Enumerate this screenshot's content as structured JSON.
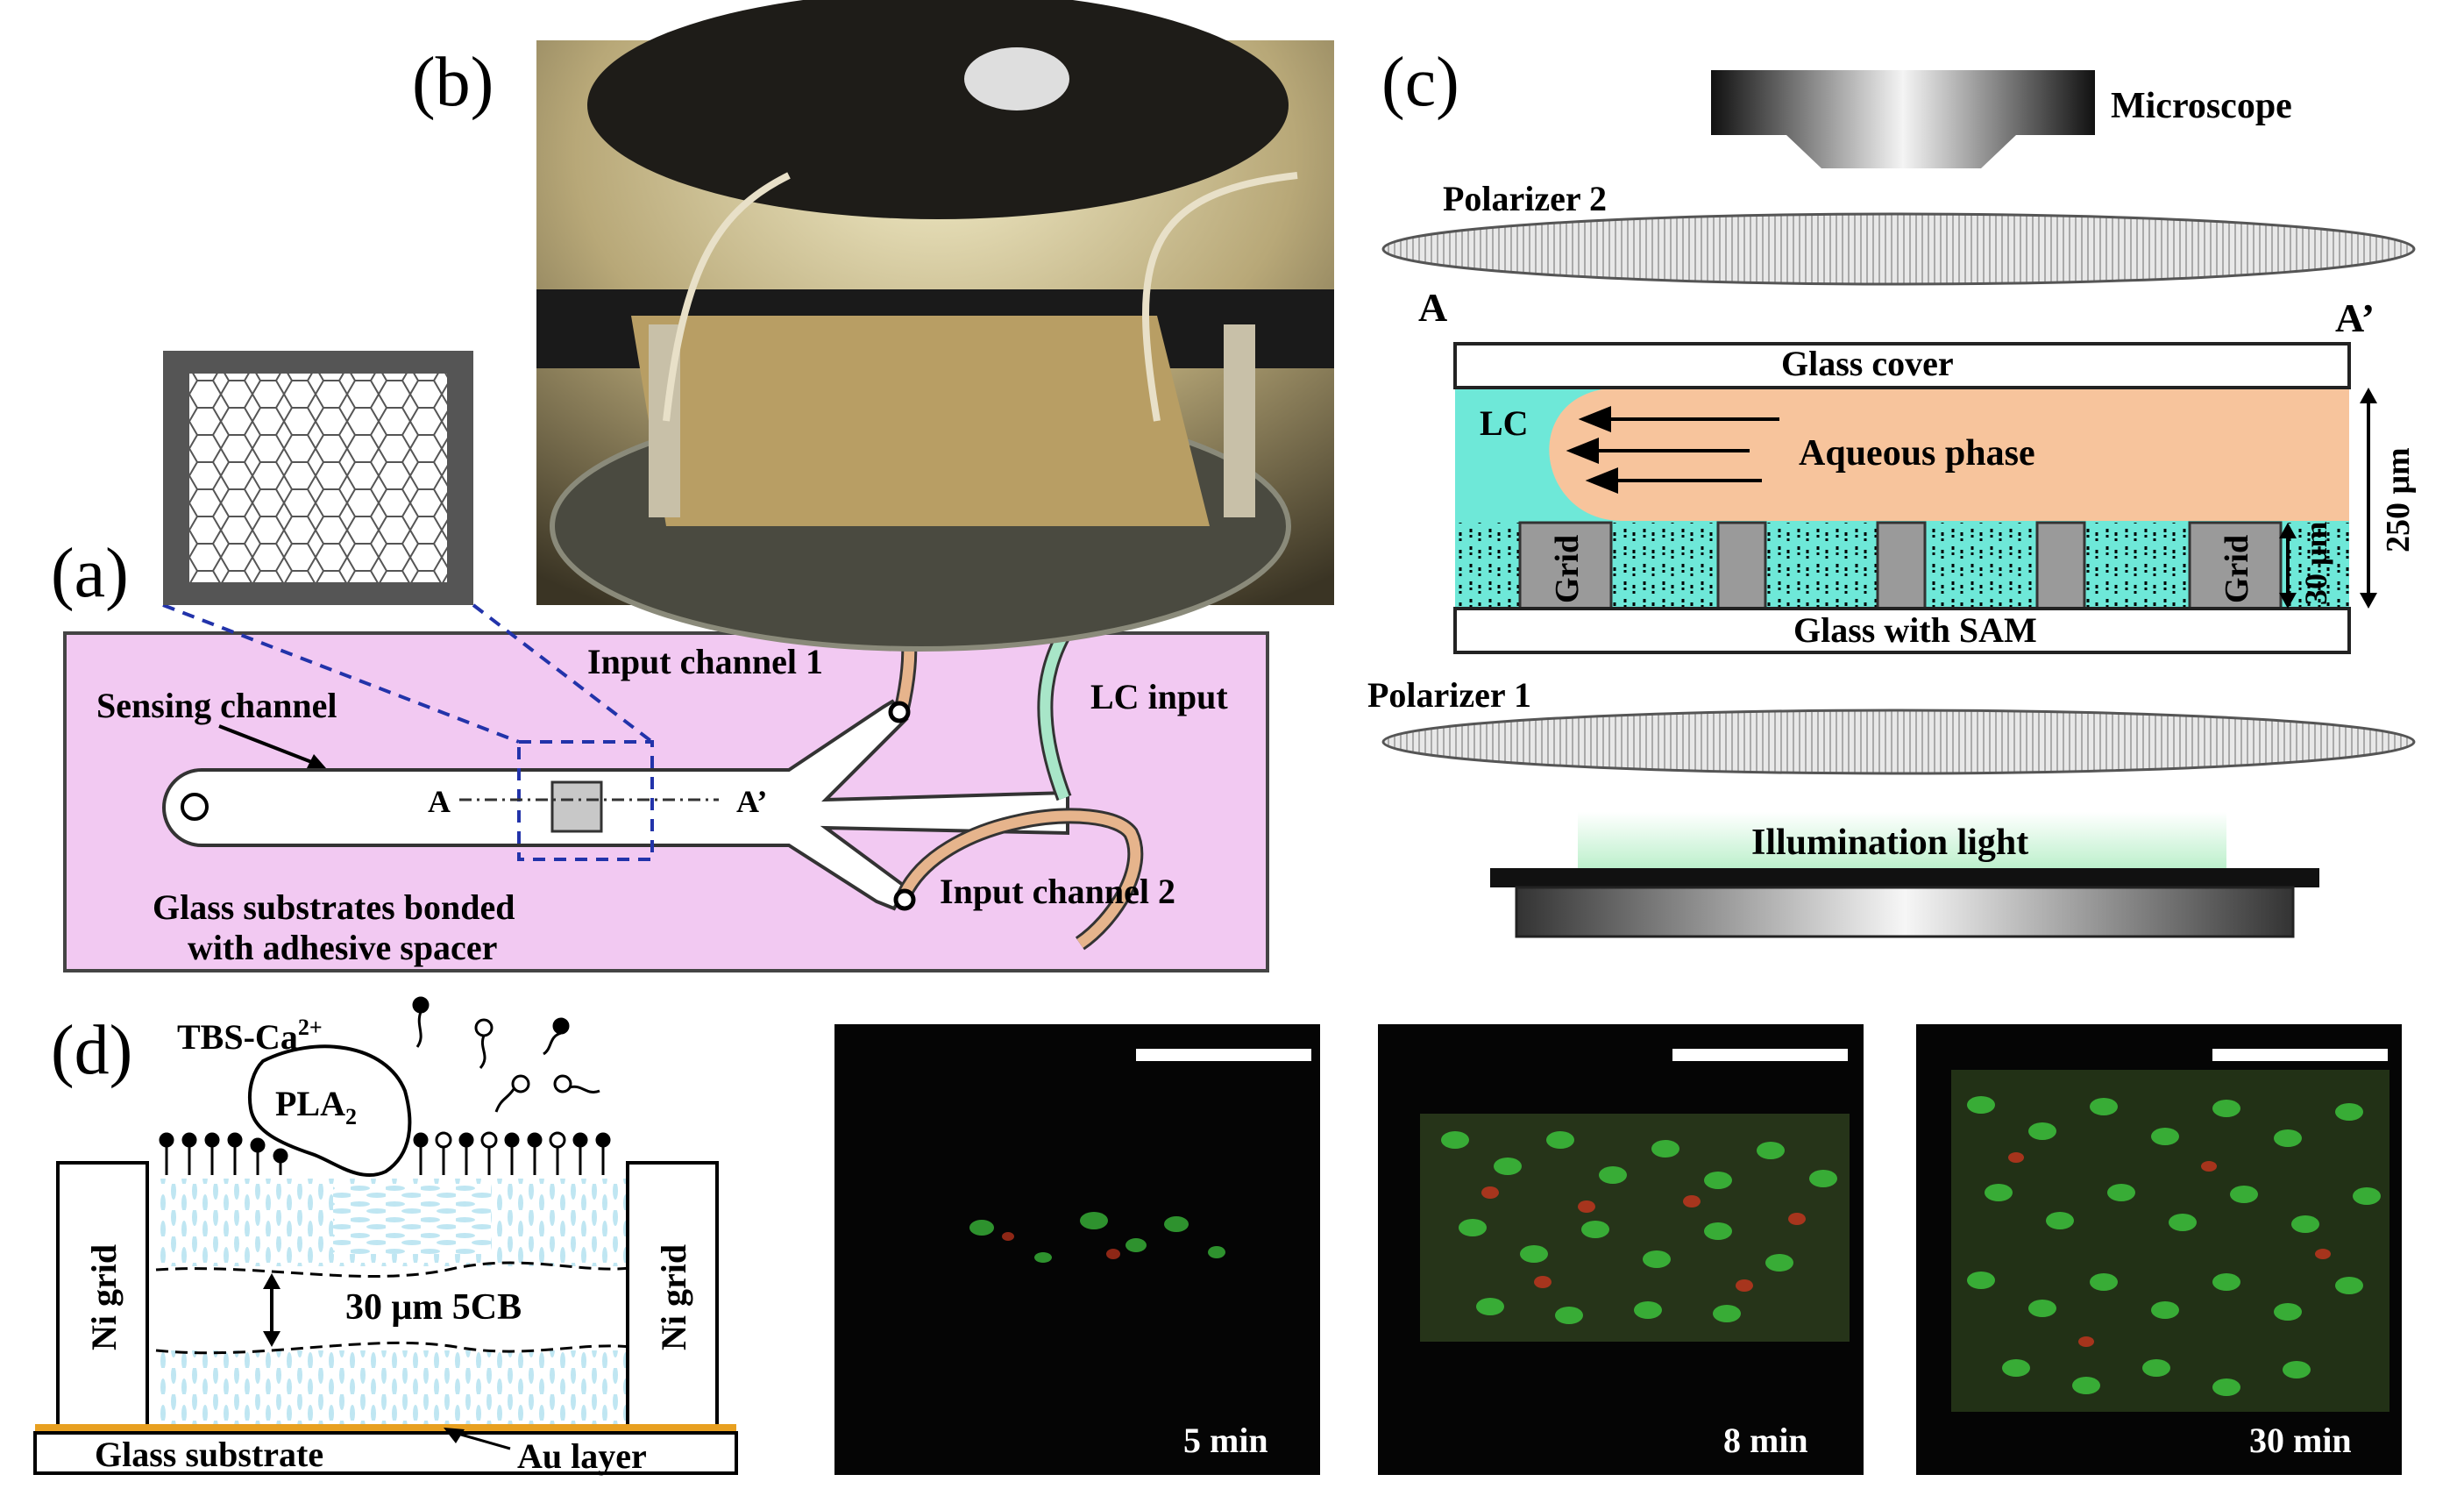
{
  "panel_labels": {
    "a": "(a)",
    "b": "(b)",
    "c": "(c)",
    "d": "(d)"
  },
  "panel_a": {
    "sensing_channel": "Sensing channel",
    "input_channel_1": "Input channel 1",
    "input_channel_2": "Input channel 2",
    "lc_input": "LC input",
    "section_a": "A",
    "section_a_prime": "A’",
    "substrate_line1": "Glass substrates bonded",
    "substrate_line2": "with adhesive spacer"
  },
  "panel_c": {
    "microscope": "Microscope",
    "polarizer_2": "Polarizer 2",
    "polarizer_1": "Polarizer 1",
    "section_a": "A",
    "section_a_prime": "A’",
    "glass_cover": "Glass cover",
    "lc": "LC",
    "aqueous_phase": "Aqueous phase",
    "grid": "Grid",
    "glass_with_sam": "Glass with SAM",
    "dim_30": "30 μm",
    "dim_250": "250 μm",
    "illumination_light": "Illumination light"
  },
  "panel_d": {
    "tbs": "TBS-Ca",
    "tbs_sup": "2+",
    "pla": "PLA",
    "pla_sub": "2",
    "ni_grid": "Ni grid",
    "lc_layer": "30 μm 5CB",
    "glass_substrate": "Glass substrate",
    "au_layer": "Au layer"
  },
  "micrographs": [
    {
      "time": "5 min"
    },
    {
      "time": "8 min"
    },
    {
      "time": "30 min"
    }
  ],
  "colors": {
    "chip_pink": "#f2c9f2",
    "lc_cyan": "#6ee8d8",
    "aqueous_orange": "#f7c49c",
    "grid_gray": "#9a9a9a",
    "dashed_blue": "#2233aa",
    "tube_orange": "#e6b48c",
    "tube_green": "#a8e6c8",
    "lc_blue": "#bfe6f2",
    "au_gold": "#e8a020",
    "micro_green": "#3cc23c",
    "micro_red": "#c8361e",
    "light_green": "#c8f5d8"
  }
}
